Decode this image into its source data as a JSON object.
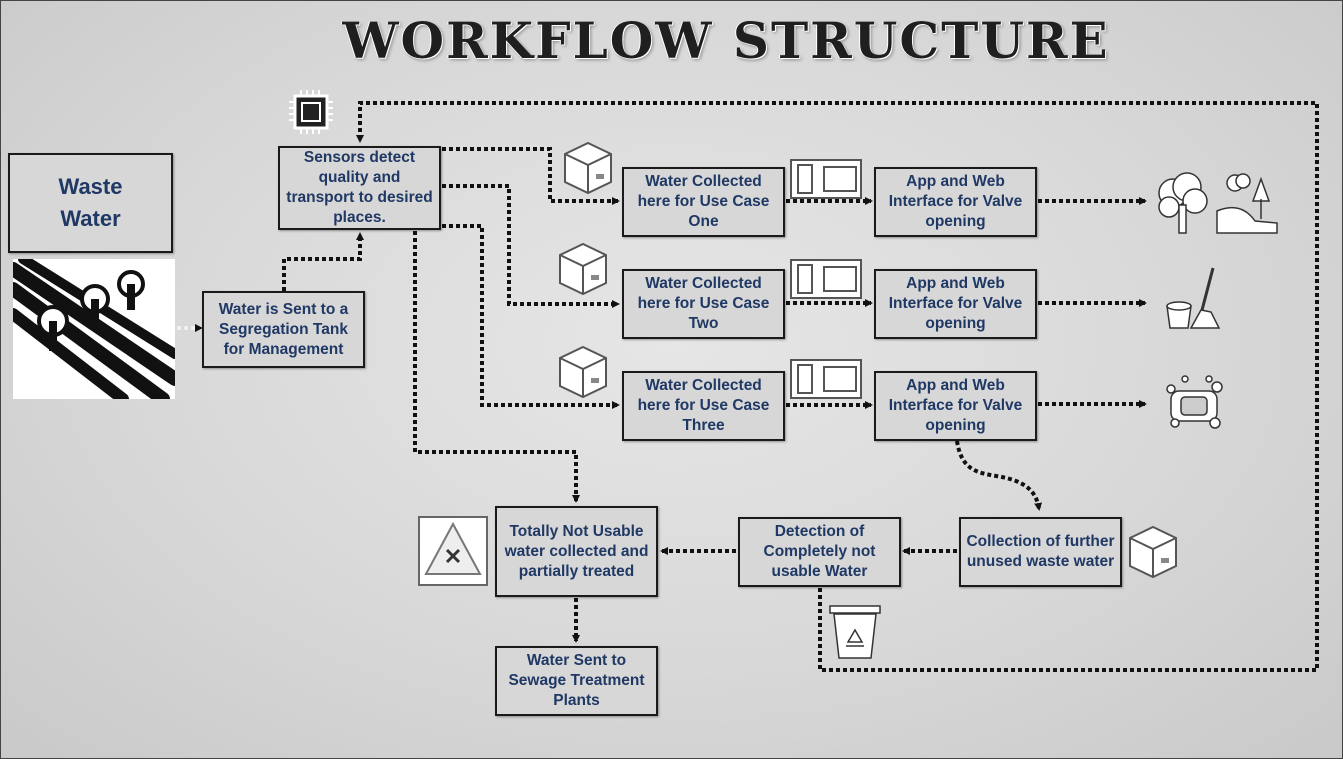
{
  "title": "WORKFLOW STRUCTURE",
  "nodes": {
    "waste_water": "Waste Water",
    "segregation": "Water is Sent to a Segregation Tank for Management",
    "sensors": "Sensors detect quality and transport to desired places.",
    "case_one": "Water Collected here for Use Case One",
    "case_two": "Water Collected here for Use Case Two",
    "case_three": "Water Collected here for Use Case Three",
    "app_one": "App and Web Interface for Valve opening",
    "app_two": "App and Web Interface for Valve opening",
    "app_three": "App and Web Interface for Valve opening",
    "not_usable": "Totally Not Usable water collected and partially treated",
    "sewage": "Water Sent to Sewage Treatment Plants",
    "detection": "Detection of Completely not usable Water",
    "collection": "Collection of further unused waste water"
  },
  "icons": [
    "chip-icon",
    "box-icon",
    "valve-icon",
    "tree-icon",
    "cleaning-icon",
    "washing-icon",
    "warning-icon",
    "recycle-bin-icon",
    "pipes-image"
  ],
  "colors": {
    "text": "#1f3864",
    "border": "#1a1a1a",
    "link": "#111111"
  }
}
